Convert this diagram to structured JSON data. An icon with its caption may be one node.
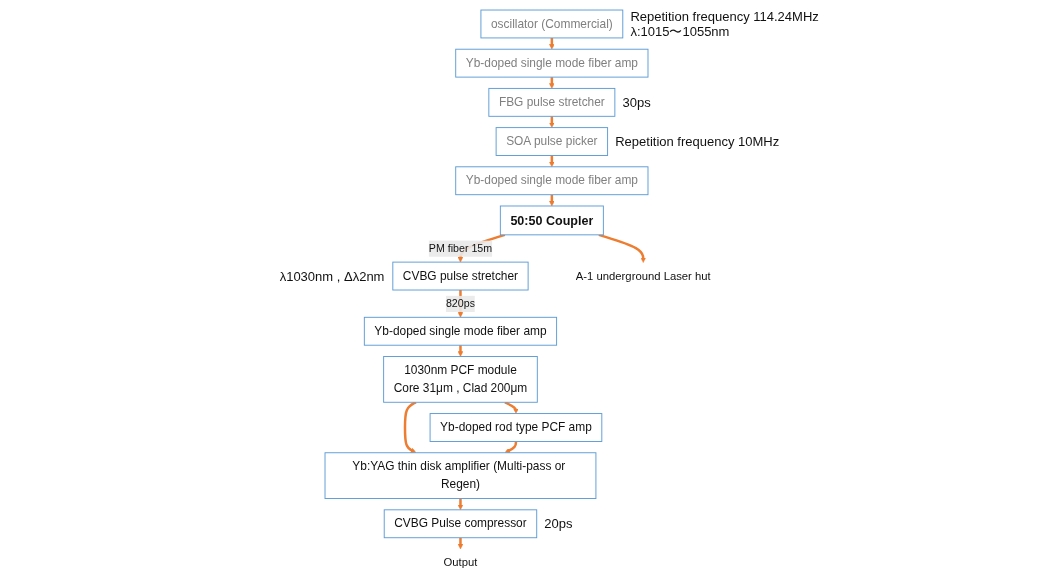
{
  "diagram": {
    "nodes": [
      {
        "text": [
          "oscillator (Commercial)"
        ],
        "beside": [
          "Repetition frequency 114.24MHz",
          "λ:1015〜1055nm"
        ]
      },
      {
        "text": [
          "Yb-doped single mode fiber amp"
        ]
      },
      {
        "text": [
          "FBG pulse stretcher"
        ],
        "beside": [
          "30ps"
        ]
      },
      {
        "text": [
          "SOA pulse picker"
        ],
        "beside": [
          "Repetition frequency 10MHz"
        ]
      },
      {
        "text": [
          "Yb-doped single mode fiber amp"
        ]
      },
      {
        "text": [
          "50:50 Coupler"
        ]
      },
      {
        "text": [
          "CVBG pulse stretcher"
        ],
        "beside": [
          "λ1030nm , Δλ2nm"
        ]
      },
      {
        "text": [
          "Yb-doped single mode fiber amp"
        ]
      },
      {
        "text": [
          "A-1 underground Laser hut"
        ]
      },
      {
        "text": [
          "1030nm PCF module",
          "Core 31μm , Clad 200μm"
        ]
      },
      {
        "text": [
          "Yb:YAG thin disk amplifier (Multi-pass or Regen)"
        ]
      },
      {
        "text": [
          "CVBG Pulse compressor"
        ],
        "beside": [
          "20ps"
        ]
      },
      {
        "text": [
          "Yb-doped rod type PCF amp"
        ]
      },
      {
        "text": [
          "Output"
        ]
      }
    ],
    "edges": [
      {
        "from": 0,
        "to": 1,
        "arrow": "to"
      },
      {
        "from": 1,
        "to": 2,
        "arrow": "to"
      },
      {
        "from": 2,
        "to": 3,
        "arrow": "to"
      },
      {
        "from": 3,
        "to": 4,
        "arrow": "to"
      },
      {
        "from": 4,
        "to": 5,
        "arrow": "to"
      },
      {
        "from": 5,
        "to": 6,
        "arrow": "to",
        "label": "PM fiber 15m"
      },
      {
        "from": 6,
        "to": 7,
        "arrow": "to",
        "label": "820ps"
      },
      {
        "from": 5,
        "to": 8,
        "arrow": "to"
      },
      {
        "from": 7,
        "to": 9,
        "arrow": "to"
      },
      {
        "from": 9,
        "to": 10,
        "arrow": "to"
      },
      {
        "from": 9,
        "to": 12,
        "arrow": "to"
      },
      {
        "from": 12,
        "to": 10,
        "arrow": "to"
      },
      {
        "from": 10,
        "to": 11,
        "arrow": "to"
      },
      {
        "from": 11,
        "to": 13,
        "arrow": "to"
      }
    ]
  }
}
